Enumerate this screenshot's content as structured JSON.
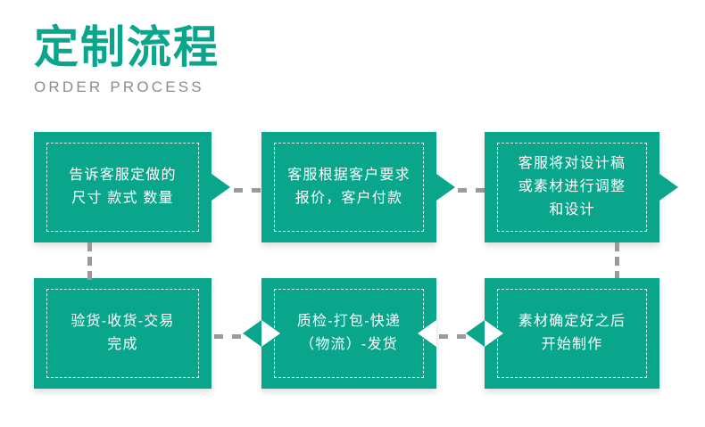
{
  "header": {
    "title": "定制流程",
    "subtitle": "ORDER PROCESS",
    "title_color": "#09a68c",
    "subtitle_color": "#8d8d8d"
  },
  "theme": {
    "node_fill": "#09a68c",
    "node_text": "#ffffff",
    "connector": "#9b9b9b",
    "background": "#ffffff"
  },
  "flow": {
    "steps": [
      {
        "id": "step-1",
        "order": 1,
        "text": "告诉客服定做的\n尺寸 款式 数量"
      },
      {
        "id": "step-2",
        "order": 2,
        "text": "客服根据客户要求\n报价，客户付款"
      },
      {
        "id": "step-3",
        "order": 3,
        "text": "客服将对设计稿\n或素材进行调整\n和设计"
      },
      {
        "id": "step-4",
        "order": 4,
        "text": "素材确定好之后\n开始制作"
      },
      {
        "id": "step-5",
        "order": 5,
        "text": "质检-打包-快递\n（物流）-发货"
      },
      {
        "id": "step-6",
        "order": 6,
        "text": "验货-收货-交易\n完成"
      }
    ]
  }
}
